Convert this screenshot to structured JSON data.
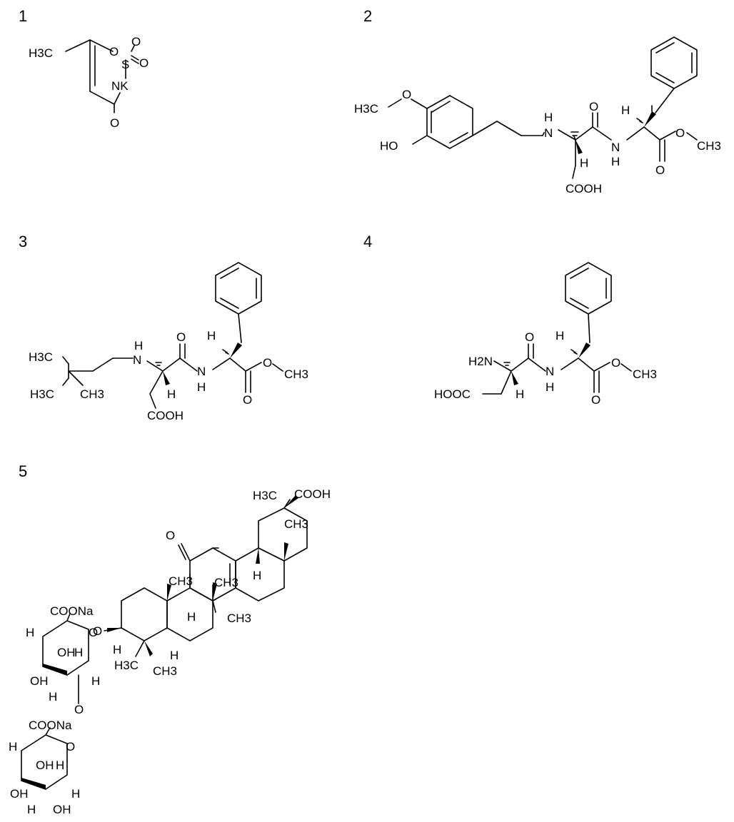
{
  "compounds": [
    {
      "number": "1",
      "labels": [
        "H3C",
        "O",
        "S",
        "O",
        "O",
        "NK",
        "O"
      ]
    },
    {
      "number": "2",
      "labels": [
        "O",
        "H3C",
        "HO",
        "H",
        "N",
        "O",
        "H",
        "N",
        "H",
        "O",
        "CH3",
        "H",
        "O",
        "COOH"
      ]
    },
    {
      "number": "3",
      "labels": [
        "H3C",
        "H3C",
        "CH3",
        "H",
        "N",
        "O",
        "H",
        "N",
        "H",
        "O",
        "CH3",
        "H",
        "O",
        "COOH"
      ]
    },
    {
      "number": "4",
      "labels": [
        "H2N",
        "HOOC",
        "H",
        "O",
        "N",
        "H",
        "H",
        "O",
        "CH3",
        "O"
      ]
    },
    {
      "number": "5",
      "labels": [
        "H3C",
        "COOH",
        "CH3",
        "O",
        "H",
        "CH3",
        "CH3",
        "H",
        "CH3",
        "H",
        "H3C",
        "CH3",
        "H",
        "COONa",
        "H",
        "O",
        "O",
        "OH",
        "H",
        "OH",
        "H",
        "H",
        "O",
        "COONa",
        "H",
        "O",
        "OH",
        "H",
        "OH",
        "H",
        "H",
        "OH"
      ]
    }
  ]
}
